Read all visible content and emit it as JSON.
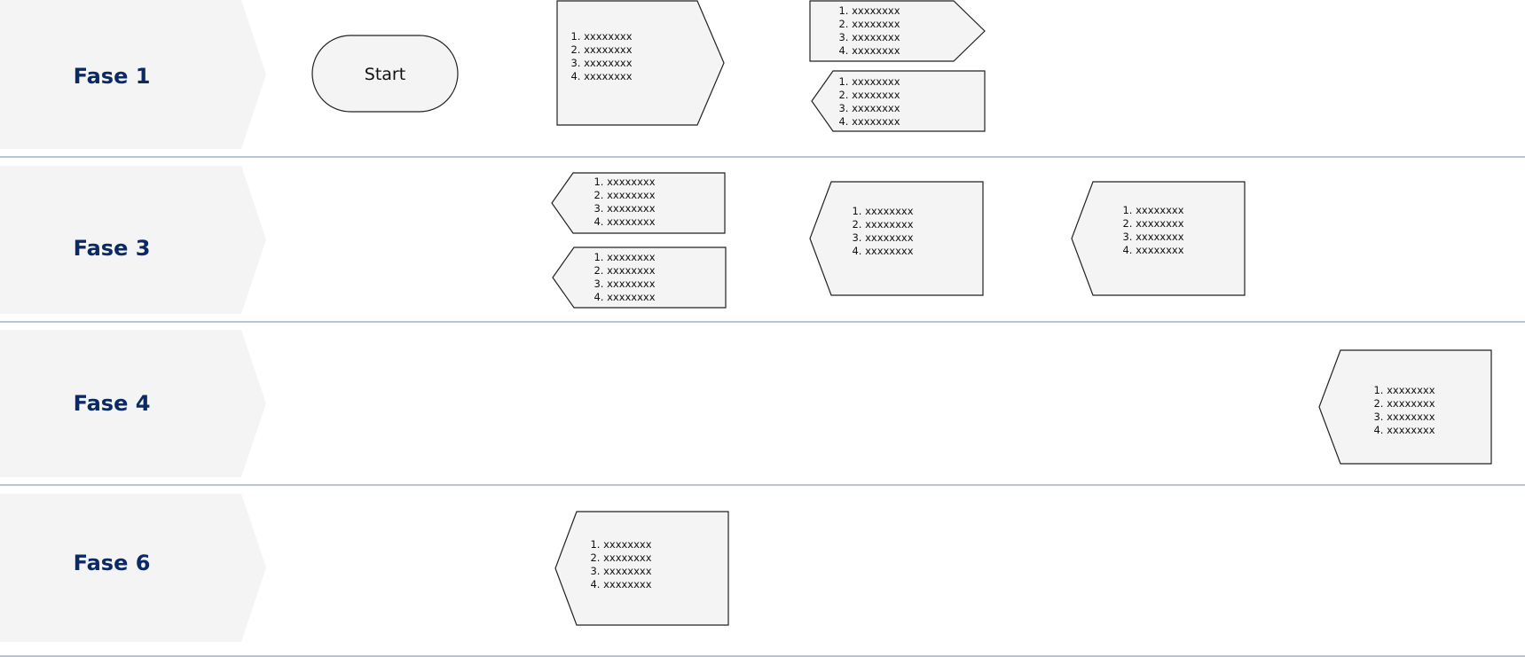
{
  "lanes": [
    {
      "label": "Fase 1"
    },
    {
      "label": "Fase 3"
    },
    {
      "label": "Fase 4"
    },
    {
      "label": "Fase 6"
    }
  ],
  "start": {
    "label": "Start"
  },
  "shapes": [
    {
      "lane": 0,
      "type": "arrow-right",
      "items": [
        "1. xxxxxxxx",
        "2. xxxxxxxx",
        "3. xxxxxxxx",
        "4. xxxxxxxx"
      ]
    },
    {
      "lane": 0,
      "type": "arrow-right",
      "items": [
        "1. xxxxxxxx",
        "2. xxxxxxxx",
        "3. xxxxxxxx",
        "4. xxxxxxxx"
      ]
    },
    {
      "lane": 0,
      "type": "arrow-left",
      "items": [
        "1. xxxxxxxx",
        "2. xxxxxxxx",
        "3. xxxxxxxx",
        "4. xxxxxxxx"
      ]
    },
    {
      "lane": 1,
      "type": "arrow-left",
      "items": [
        "1. xxxxxxxx",
        "2. xxxxxxxx",
        "3. xxxxxxxx",
        "4. xxxxxxxx"
      ]
    },
    {
      "lane": 1,
      "type": "arrow-left",
      "items": [
        "1. xxxxxxxx",
        "2. xxxxxxxx",
        "3. xxxxxxxx",
        "4. xxxxxxxx"
      ]
    },
    {
      "lane": 1,
      "type": "arrow-left",
      "items": [
        "1. xxxxxxxx",
        "2. xxxxxxxx",
        "3. xxxxxxxx",
        "4. xxxxxxxx"
      ]
    },
    {
      "lane": 1,
      "type": "arrow-left",
      "items": [
        "1. xxxxxxxx",
        "2. xxxxxxxx",
        "3. xxxxxxxx",
        "4. xxxxxxxx"
      ]
    },
    {
      "lane": 2,
      "type": "arrow-left",
      "items": [
        "1. xxxxxxxx",
        "2. xxxxxxxx",
        "3. xxxxxxxx",
        "4. xxxxxxxx"
      ]
    },
    {
      "lane": 3,
      "type": "arrow-left",
      "items": [
        "1. xxxxxxxx",
        "2. xxxxxxxx",
        "3. xxxxxxxx",
        "4. xxxxxxxx"
      ]
    }
  ],
  "colors": {
    "lane_label": "#0b2a63",
    "shape_fill": "#f4f4f4",
    "divider": "#8aa0c4"
  }
}
